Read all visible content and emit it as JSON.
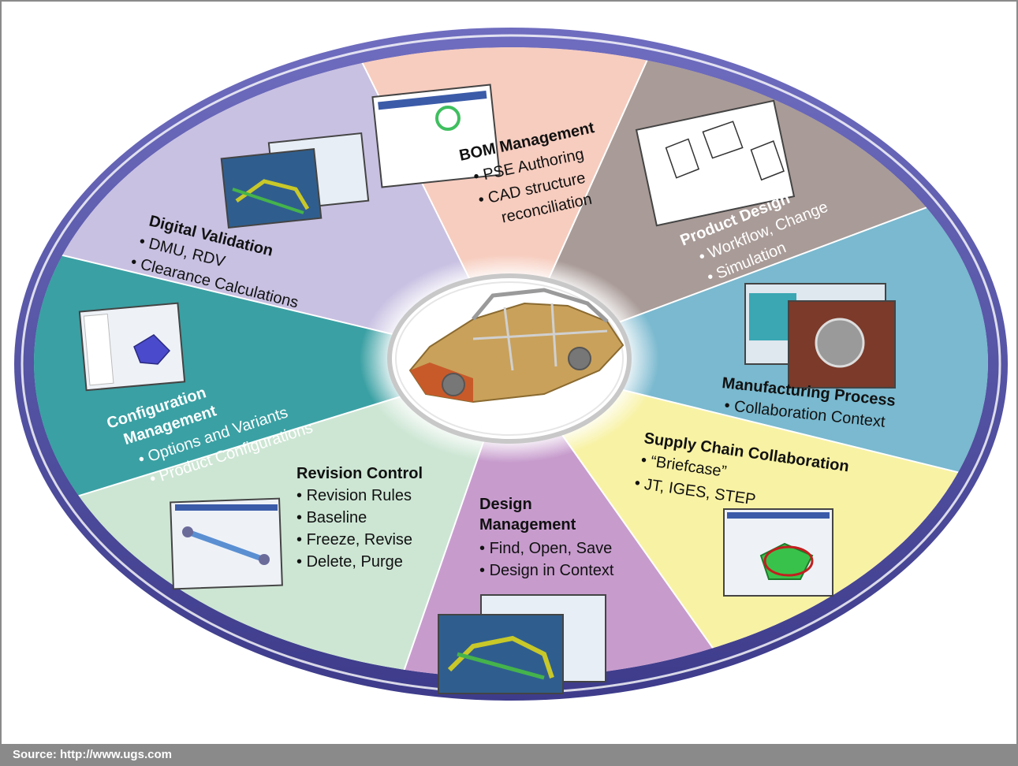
{
  "source_text": "Source: http://www.ugs.com",
  "colors": {
    "ring": "#4f4da0",
    "bom": "#f7cdbf",
    "product_design": "#a99b97",
    "manufacturing": "#7ab9cf",
    "supply_chain": "#f8f2a4",
    "design_management": "#c79ccd",
    "revision_control": "#cde6d4",
    "configuration": "#3aa0a3",
    "digital_validation": "#c9c1e2"
  },
  "center_image": "car-body-in-white",
  "segments": {
    "bom": {
      "title": "BOM Management",
      "bullets": [
        "PSE Authoring",
        "CAD structure",
        "reconciliation"
      ],
      "image": "bom-screenshot"
    },
    "product_design": {
      "title": "Product Design",
      "bullets": [
        "Workflow, Change",
        "Simulation"
      ],
      "image": "technical-drawing"
    },
    "manufacturing": {
      "title": "Manufacturing Process",
      "bullets": [
        "Collaboration Context"
      ],
      "image": "manufacturing-screenshots"
    },
    "supply_chain": {
      "title": "Supply Chain Collaboration",
      "bullets": [
        "“Briefcase”",
        "JT, IGES, STEP"
      ],
      "image": "supply-chain-screenshot"
    },
    "design_management": {
      "title_line1": "Design",
      "title_line2": "Management",
      "bullets": [
        "Find, Open, Save",
        "Design in Context"
      ],
      "image": "design-management-screenshots"
    },
    "revision_control": {
      "title": "Revision Control",
      "bullets": [
        "Revision Rules",
        "Baseline",
        "Freeze, Revise",
        "Delete, Purge"
      ],
      "image": "revision-control-screenshot"
    },
    "configuration": {
      "title_line1": "Configuration",
      "title_line2": "Management",
      "bullets": [
        "Options and Variants",
        "Product Configurations"
      ],
      "image": "configuration-screenshot"
    },
    "digital_validation": {
      "title": "Digital Validation",
      "bullets": [
        "DMU, RDV",
        "Clearance Calculations"
      ],
      "image": "digital-validation-screenshots"
    }
  }
}
